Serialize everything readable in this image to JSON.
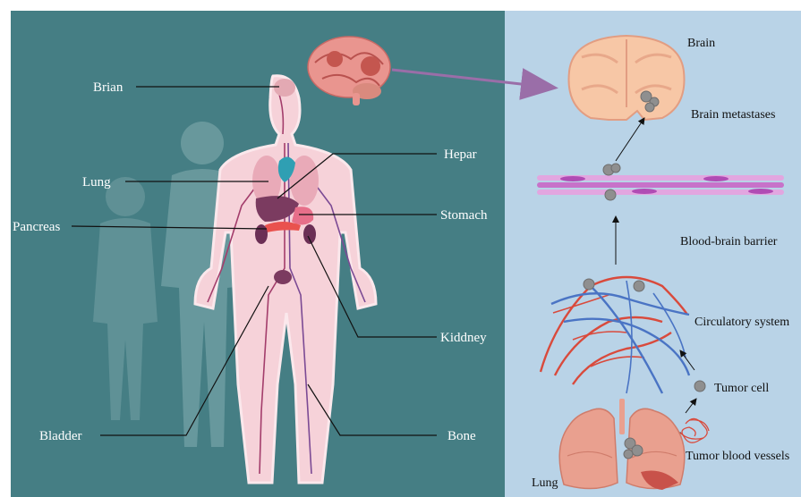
{
  "body_labels": {
    "brian": "Brian",
    "lung": "Lung",
    "pancreas": "Pancreas",
    "bladder": "Bladder",
    "hepar": "Hepar",
    "stomach": "Stomach",
    "kiddney": "Kiddney",
    "bone": "Bone"
  },
  "pathway_labels": {
    "brain": "Brain",
    "brain_metastases": "Brain metastases",
    "blood_brain_barrier": "Blood-brain barrier",
    "circulatory_system": "Circulatory system",
    "tumor_cell": "Tumor cell",
    "tumor_blood_vessels": "Tumor blood vessels",
    "lung": "Lung"
  },
  "colors": {
    "left_background": "#457e84",
    "right_background": "#b9d3e7",
    "body_fill": "#f6d2d9",
    "artery": "#d94a3c",
    "vein": "#4a74c4",
    "barrier": "#c772c9",
    "tumor_cell": "#8f8f8f",
    "arrow": "#9a6ea8"
  }
}
